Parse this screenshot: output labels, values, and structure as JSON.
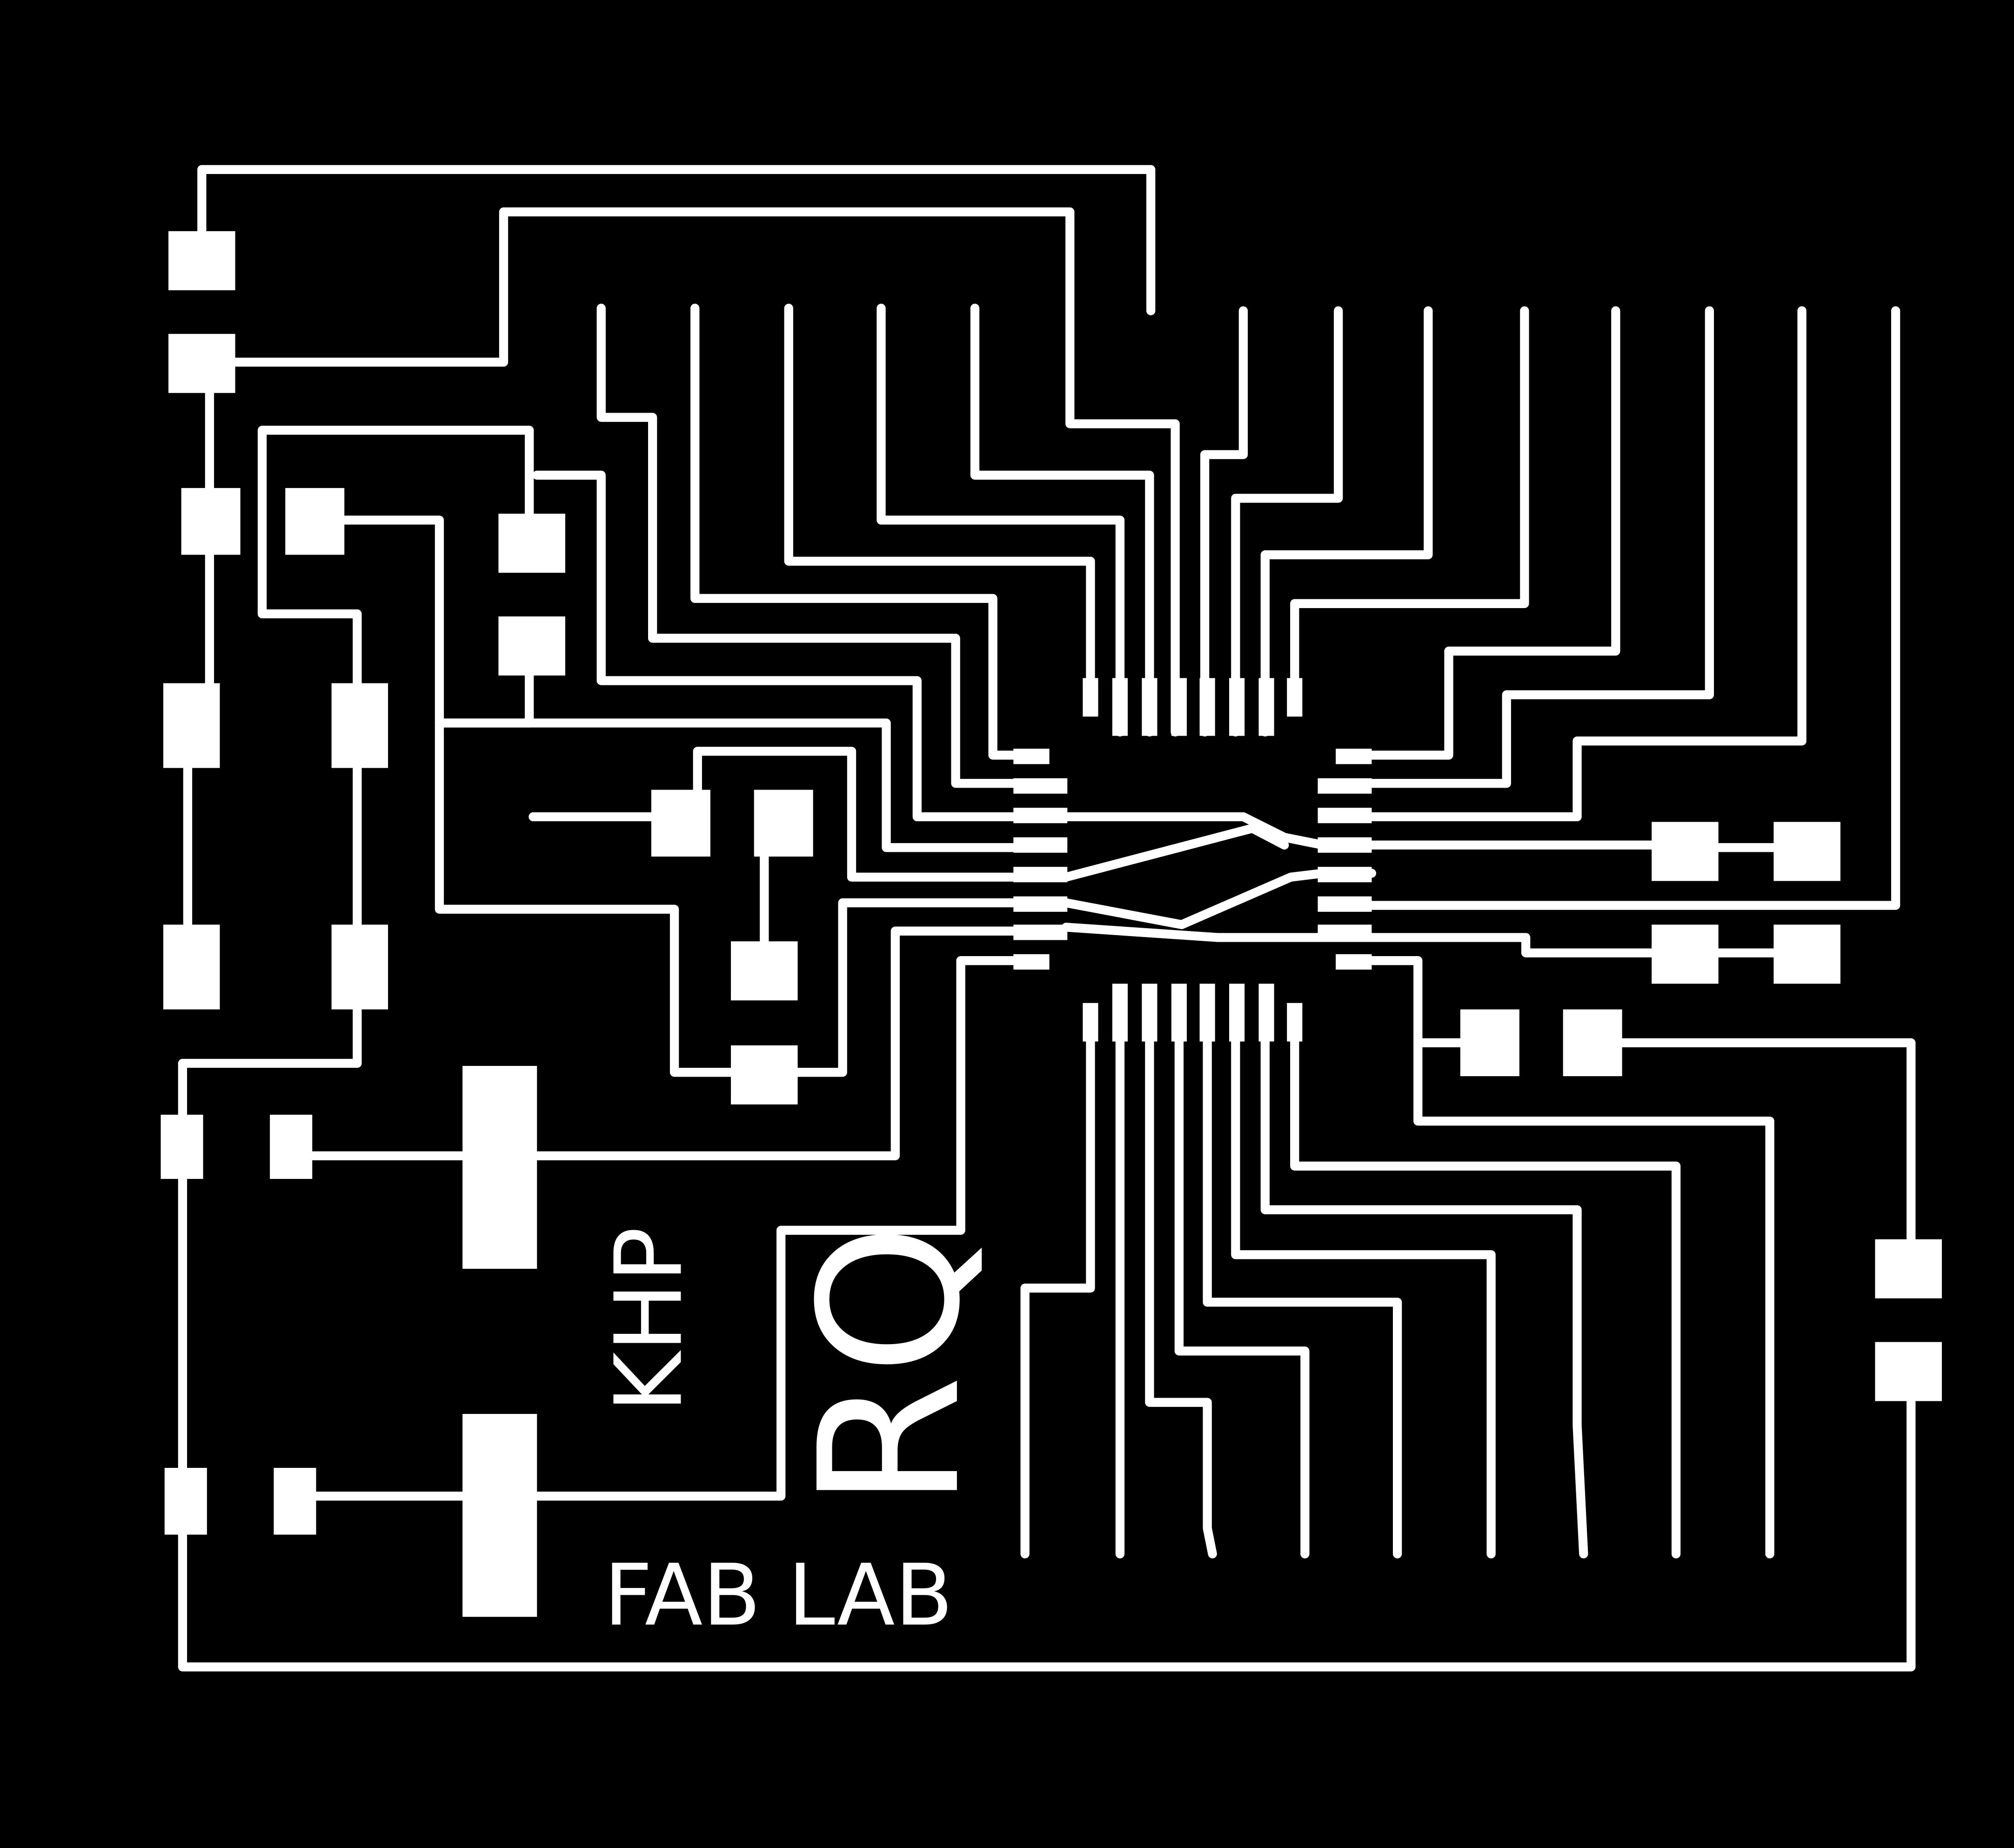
{
  "colors": {
    "background": "#000000",
    "copper": "#ffffff"
  },
  "labels": {
    "logo_rq": "RQ",
    "logo_khp": "KHP",
    "footer": "FAB LAB"
  }
}
